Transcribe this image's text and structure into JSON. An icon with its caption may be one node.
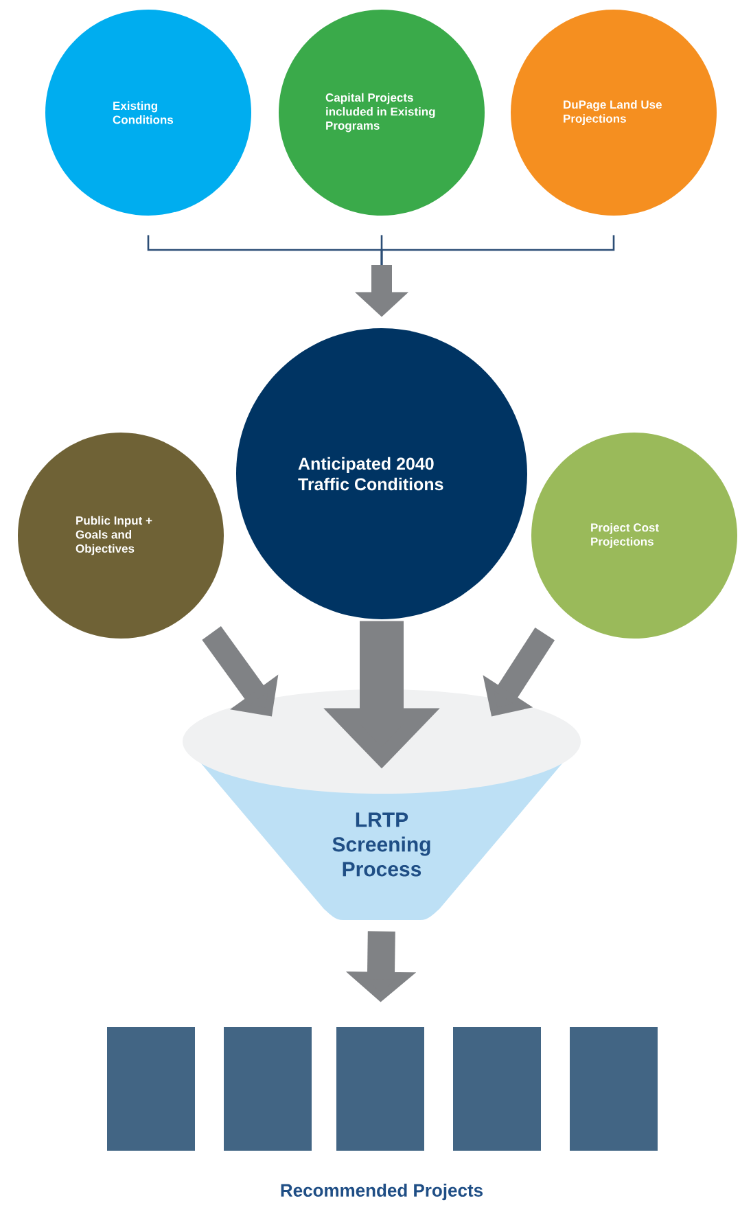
{
  "diagram": {
    "nodes": [
      {
        "text": [
          "Existing Conditions"
        ]
      },
      {
        "text": [
          "Capital Projects included in Existing Programs"
        ]
      },
      {
        "text": [
          "DuPage Land Use Projections"
        ]
      },
      {
        "text": [
          "Anticipated 2040 Traffic Conditions"
        ]
      },
      {
        "text": [
          "Public Input + Goals and Objectives"
        ]
      },
      {
        "text": [
          "Project Cost Projections"
        ]
      },
      {
        "text": [
          "LRTP Screening Process"
        ]
      },
      {
        "text": [],
        "shape": "box"
      },
      {
        "text": [],
        "shape": "box"
      },
      {
        "text": [],
        "shape": "box"
      },
      {
        "text": [],
        "shape": "box"
      },
      {
        "text": [],
        "shape": "box"
      }
    ],
    "edges": [
      {
        "from": 0,
        "to": 3,
        "arrow": "to"
      },
      {
        "from": 1,
        "to": 3,
        "arrow": "to"
      },
      {
        "from": 2,
        "to": 3,
        "arrow": "to"
      },
      {
        "from": 4,
        "to": 6,
        "arrow": "to"
      },
      {
        "from": 3,
        "to": 6,
        "arrow": "to",
        "style": "thick"
      },
      {
        "from": 5,
        "to": 6,
        "arrow": "to"
      },
      {
        "from": 6,
        "to": 9,
        "arrow": "to"
      }
    ],
    "labels": [
      "Recommended Projects"
    ]
  }
}
